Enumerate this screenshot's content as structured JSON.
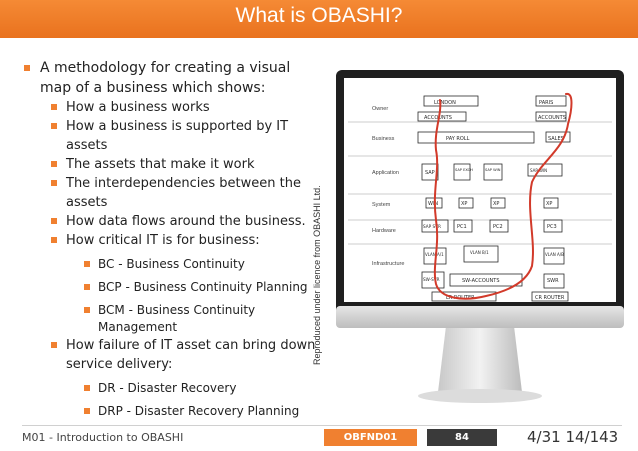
{
  "title": "What is OBASHI?",
  "bullets": {
    "intro": "A methodology for creating a visual map of  a business which shows:",
    "shows": [
      "How a business works",
      "How a business is supported by IT assets",
      "The assets that make it work",
      "The interdependencies between the assets",
      "How data flows around the business.",
      "How critical IT is for business:"
    ],
    "critical": [
      "BC - Business Continuity",
      "BCP - Business Continuity Planning",
      "BCM - Business Continuity Management"
    ],
    "failure": "How failure of IT asset can bring down service delivery:",
    "recovery": [
      "DR - Disaster Recovery",
      "DRP - Disaster Recovery Planning"
    ]
  },
  "credit": "Reproduced under licence from OBASHI Ltd.",
  "diagram": {
    "layers": [
      "Owner",
      "Business",
      "Application",
      "System",
      "Hardware",
      "Infrastructure"
    ],
    "annotations": {
      "london": "LONDON",
      "paris": "PARIS",
      "accounts_1": "ACCOUNTS",
      "accounts_2": "ACCOUNTS",
      "payroll": "PAY ROLL",
      "sales": "SALES",
      "sap": "SAP",
      "sap_exch": "SAP EXCH",
      "sap_win": "SAP WIN",
      "sap_win2": "SAP WIN",
      "win": "WIN",
      "xp_1": "XP",
      "xp_2": "XP",
      "xp_3": "XP",
      "sap_svr": "SAP SVR",
      "pc_1": "PC1",
      "pc_2": "PC2",
      "pc_3": "PC3",
      "vlan_1": "VLAN A/1",
      "vlan_2": "VLAN B/1",
      "vlan_3": "VLAN A/B",
      "sw_svr": "SW-SVR",
      "sw_accounts": "SW-ACCOUNTS",
      "swr": "SWR",
      "lr_router": "LR ROUTER",
      "cr_router": "CR ROUTER"
    }
  },
  "footer": {
    "module": "M01 - Introduction to OBASHI",
    "code": "OBFND01",
    "number": "84",
    "pages": "4/31 14/143"
  },
  "colors": {
    "accent": "#f08030",
    "flow_line": "#d23a2a",
    "dark_badge": "#3a3a3a"
  }
}
